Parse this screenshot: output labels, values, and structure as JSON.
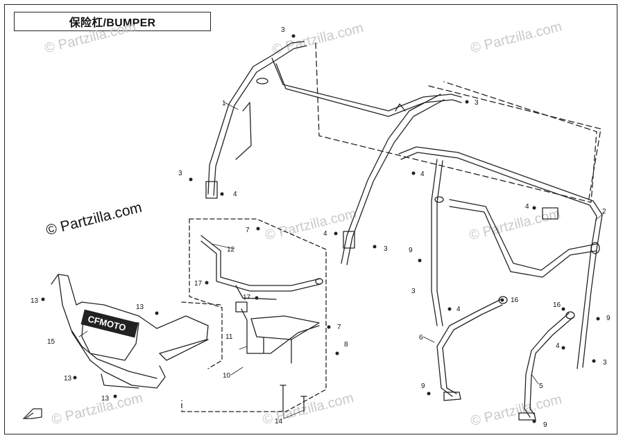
{
  "title": "保险杠/BUMPER",
  "watermarks": [
    "© Partzilla.com",
    "© Partzilla.com",
    "© Partzilla.com",
    "© Partzilla.com",
    "© Partzilla.com",
    "© Partzilla.com",
    "© Partzilla.com",
    "© Partzilla.com",
    "© Partzilla.com"
  ],
  "watermark_main": "© Partzilla.com",
  "logo_text": "CFMOTO",
  "callouts": [
    "1",
    "2",
    "3",
    "3",
    "3",
    "3",
    "3",
    "3",
    "4",
    "4",
    "4",
    "4",
    "4",
    "4",
    "5",
    "6",
    "7",
    "7",
    "8",
    "9",
    "9",
    "9",
    "9",
    "10",
    "11",
    "12",
    "13",
    "13",
    "13",
    "13",
    "14",
    "15",
    "16",
    "16",
    "17",
    "17"
  ],
  "colors": {
    "line": "#222222",
    "watermark": "#c9c9c9"
  }
}
